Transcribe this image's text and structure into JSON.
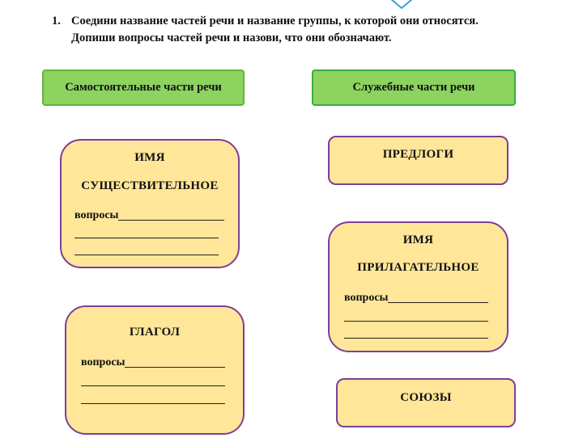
{
  "task": {
    "number": "1.",
    "line1": "Соедини название частей речи и название группы, к которой они относятся.",
    "line2": "Допиши вопросы частей речи и назови, что они обозначают."
  },
  "groups": {
    "independent": "Самостоятельные части речи",
    "auxiliary": "Служебные части речи"
  },
  "cards": {
    "noun": {
      "title_line1": "ИМЯ",
      "title_line2": "СУЩЕСТВИТЕЛЬНОЕ",
      "questions_label": "вопросы"
    },
    "verb": {
      "title": "ГЛАГОЛ",
      "questions_label": "вопросы"
    },
    "prepositions": {
      "title": "ПРЕДЛОГИ"
    },
    "adjective": {
      "title_line1": "ИМЯ",
      "title_line2": "ПРИЛАГАТЕЛЬНОЕ",
      "questions_label": "вопросы"
    },
    "conjunctions": {
      "title": "СОЮЗЫ"
    }
  },
  "colors": {
    "header_fill": "#8dd35f",
    "card_fill": "#ffe699",
    "card_border": "#7b3f98",
    "top_shape_stroke": "#2fa3d9"
  },
  "icons": {
    "top_shape": "diamond-shape"
  }
}
